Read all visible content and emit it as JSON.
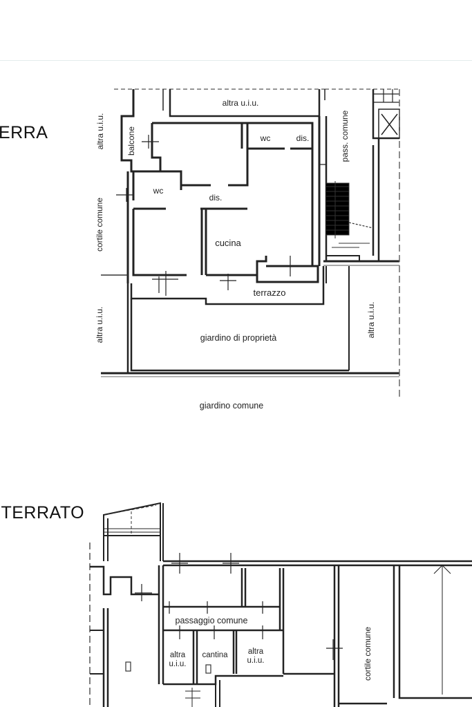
{
  "floor_labels": {
    "ground": "ERRA",
    "basement": "ITERRATO"
  },
  "ground_floor": {
    "altra_top": "altra u.i.u.",
    "altra_left_top": "altra u.i.u.",
    "balcone": "balcone",
    "wc_top": "wc",
    "dis_top": "dis.",
    "pass_comune": "pass. comune",
    "cortile_comune": "cortile comune",
    "wc_left": "wc",
    "dis_left": "dis.",
    "cucina": "cucina",
    "terrazzo": "terrazzo",
    "altra_left_bottom": "altra u.i.u.",
    "giardino_proprieta": "giardino di proprietà",
    "altra_right": "altra u.i.u.",
    "giardino_comune": "giardino comune"
  },
  "basement": {
    "passaggio_comune": "passaggio comune",
    "altra_1_line1": "altra",
    "altra_1_line2": "u.i.u.",
    "cantina": "cantina",
    "altra_2_line1": "altra",
    "altra_2_line2": "u.i.u.",
    "cortile_comune": "cortile comune"
  }
}
